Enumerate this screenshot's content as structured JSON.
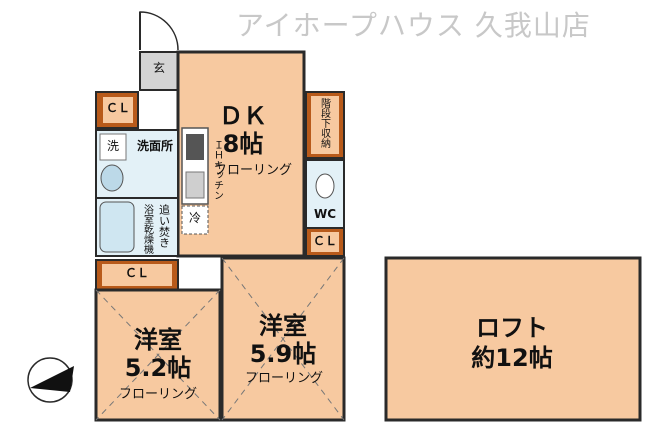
{
  "watermark": "アイホープハウス 久我山店",
  "rooms": {
    "genkan": "玄",
    "dk_name": "ＤＫ",
    "dk_size": "8帖",
    "dk_floor": "フローリング",
    "ih_kitchen": "ＩＨキッチン",
    "fridge": "冷",
    "closet_top": "ＣＬ",
    "washer": "洗",
    "washroom": "洗面所",
    "bath_dryer": "浴室乾燥機",
    "reheat": "追い焚き",
    "stair_storage": "階段下収納",
    "wc": "WC",
    "closet_right": "ＣＬ",
    "closet_left_bottom": "ＣＬ",
    "western1_name": "洋室",
    "western1_size": "5.2帖",
    "western1_floor": "フローリング",
    "western2_name": "洋室",
    "western2_size": "5.9帖",
    "western2_floor": "フローリング",
    "loft_name": "ロフト",
    "loft_size": "約12帖"
  },
  "colors": {
    "room": "#f7c9a0",
    "closet": "#b85a1a",
    "wet": "#e3f1f7",
    "wall": "#2a2a2a",
    "genkan": "#d4d4d4",
    "watermark": "#c8c8c8"
  },
  "icons": {
    "compass": "north-arrow-icon",
    "toilet": "toilet-icon",
    "sink": "sink-icon",
    "bathtub": "bathtub-icon",
    "stove": "ih-stove-icon",
    "washbasin": "washbasin-icon"
  }
}
